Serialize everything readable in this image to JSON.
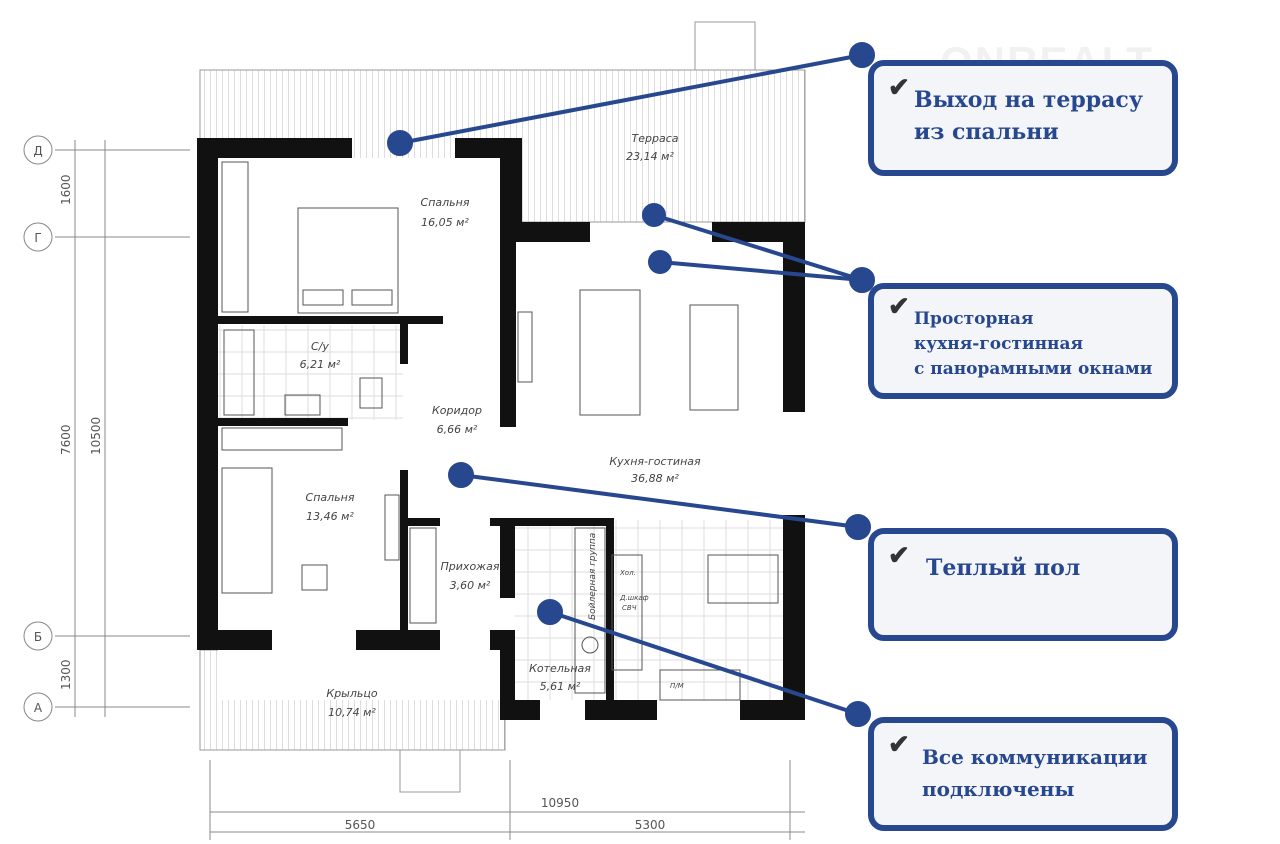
{
  "watermark": "ONREALT",
  "rooms": {
    "terrace": {
      "name": "Терраса",
      "area": "23,14 м²"
    },
    "bedroom1": {
      "name": "Спальня",
      "area": "16,05 м²"
    },
    "bathroom": {
      "name": "С/у",
      "area": "6,21 м²"
    },
    "corridor": {
      "name": "Коридор",
      "area": "6,66 м²"
    },
    "kitchen": {
      "name": "Кухня-гостиная",
      "area": "36,88 м²"
    },
    "bedroom2": {
      "name": "Спальня",
      "area": "13,46 м²"
    },
    "hall": {
      "name": "Прихожая",
      "area": "3,60 м²"
    },
    "boiler": {
      "name": "Котельная",
      "area": "5,61 м²"
    },
    "porch": {
      "name": "Крыльцо",
      "area": "10,74 м²"
    }
  },
  "fixtures": {
    "boiler_group": "Бойлерная группа",
    "fridge": "Хол.",
    "cabinet": "Д.шкаф",
    "microwave": "СВЧ",
    "dishwasher": "П/М"
  },
  "axes": [
    "Д",
    "Г",
    "Б",
    "А"
  ],
  "dimensions": {
    "left": [
      "1600",
      "7600",
      "10500",
      "1300"
    ],
    "bottom": [
      "5650",
      "5300",
      "10950"
    ]
  },
  "callouts": [
    {
      "lines": [
        "Выход на террасу",
        "из спальни"
      ]
    },
    {
      "lines": [
        "Просторная",
        "кухня-гостинная",
        "с панорамными окнами"
      ]
    },
    {
      "lines": [
        "Теплый пол"
      ]
    },
    {
      "lines": [
        "Все коммуникации",
        "подключены"
      ]
    }
  ],
  "colors": {
    "accent": "#27478f",
    "wall": "#111111"
  }
}
